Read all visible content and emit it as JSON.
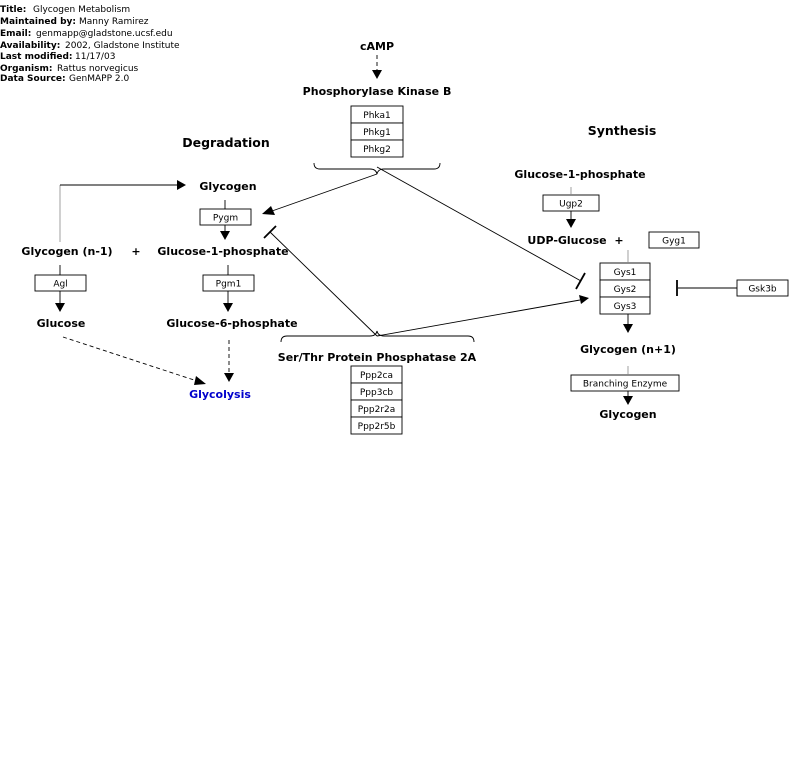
{
  "info": {
    "title_key": "Title:",
    "title": "Glycogen Metabolism",
    "maintained_key": "Maintained by:",
    "maintained": "Manny Ramirez",
    "email_key": "Email:",
    "email": "genmapp@gladstone.ucsf.edu",
    "availability_key": "Availability:",
    "availability": "2002, Gladstone Institute",
    "modified_key": "Last modified:",
    "modified": "11/17/03",
    "organism_key": "Organism:",
    "organism": "Rattus norvegicus",
    "source_key": "Data Source:",
    "source": "GenMAPP 2.0"
  },
  "headers": {
    "degradation": "Degradation",
    "synthesis": "Synthesis"
  },
  "labels": {
    "camp": "cAMP",
    "phk": "Phosphorylase Kinase B",
    "glycogen_top": "Glycogen",
    "glycogen_n1": "Glycogen (n-1)",
    "plus_left": "+",
    "g1p_left": "Glucose-1-phosphate",
    "glucose": "Glucose",
    "g6p": "Glucose-6-phosphate",
    "pp2a": "Ser/Thr Protein Phosphatase 2A",
    "g1p_right": "Glucose-1-phosphate",
    "udp": "UDP-Glucose",
    "plus_right": "+",
    "glycogen_np1": "Glycogen (n+1)",
    "glycogen_bottom": "Glycogen",
    "glycolysis": "Glycolysis"
  },
  "genes": {
    "phka1": "Phka1",
    "phkg1": "Phkg1",
    "phkg2": "Phkg2",
    "pygm": "Pygm",
    "agl": "Agl",
    "pgm1": "Pgm1",
    "ppp2ca": "Ppp2ca",
    "ppp3cb": "Ppp3cb",
    "ppp2r2a": "Ppp2r2a",
    "ppp2r5b": "Ppp2r5b",
    "ugp2": "Ugp2",
    "gyg1": "Gyg1",
    "gys1": "Gys1",
    "gys2": "Gys2",
    "gys3": "Gys3",
    "gsk3b": "Gsk3b",
    "branching": "Branching Enzyme"
  },
  "colors": {
    "link": "#0000cc"
  }
}
